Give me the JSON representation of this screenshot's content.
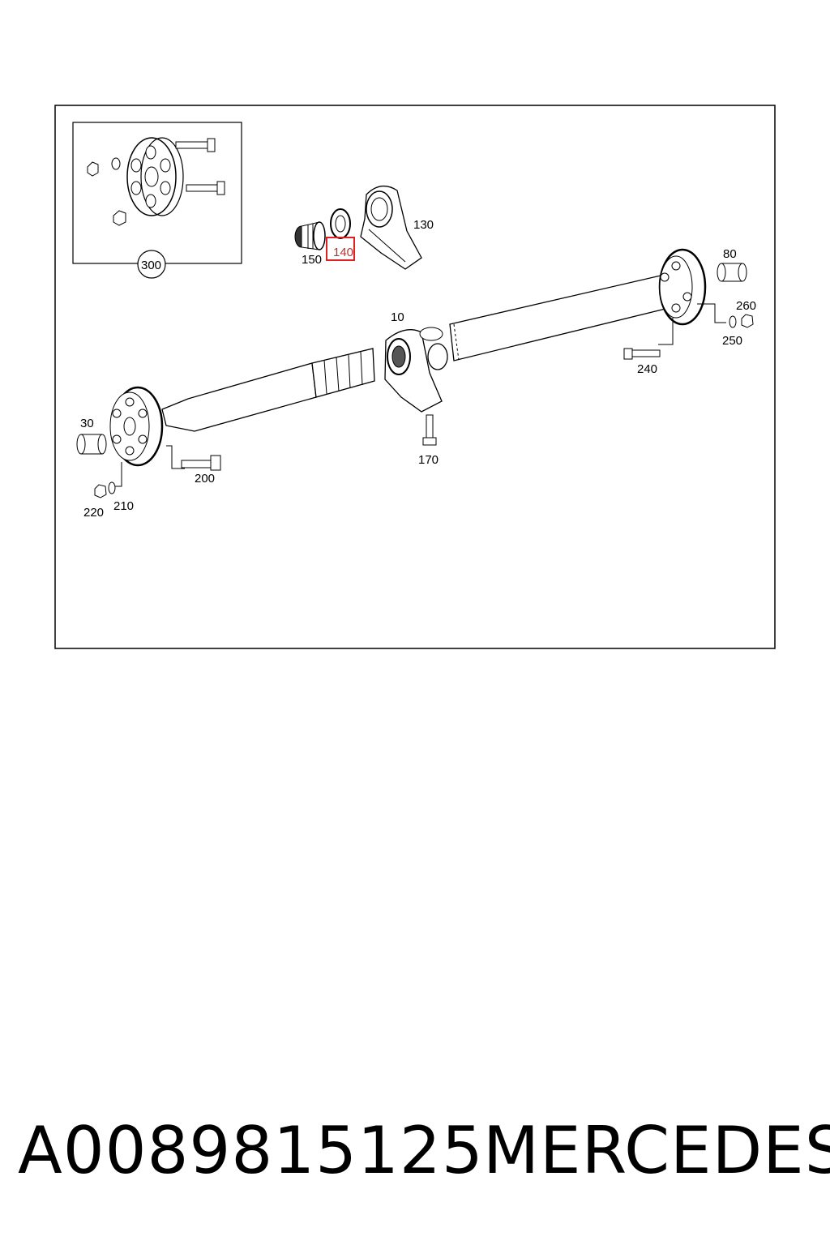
{
  "labels": {
    "shaft": "10",
    "front_bushing": "30",
    "rear_bushing": "80",
    "center_bearing": "130",
    "seal_ring": "140",
    "boot": "150",
    "mount_bolt": "170",
    "front_bolt": "200",
    "front_washer": "210",
    "front_nut": "220",
    "rear_bolt": "240",
    "rear_washer": "250",
    "rear_nut": "260",
    "kit": "300"
  },
  "highlight_color": "#e02020",
  "footer": {
    "part_number": "A0089815125",
    "brand": "MERCEDES"
  }
}
